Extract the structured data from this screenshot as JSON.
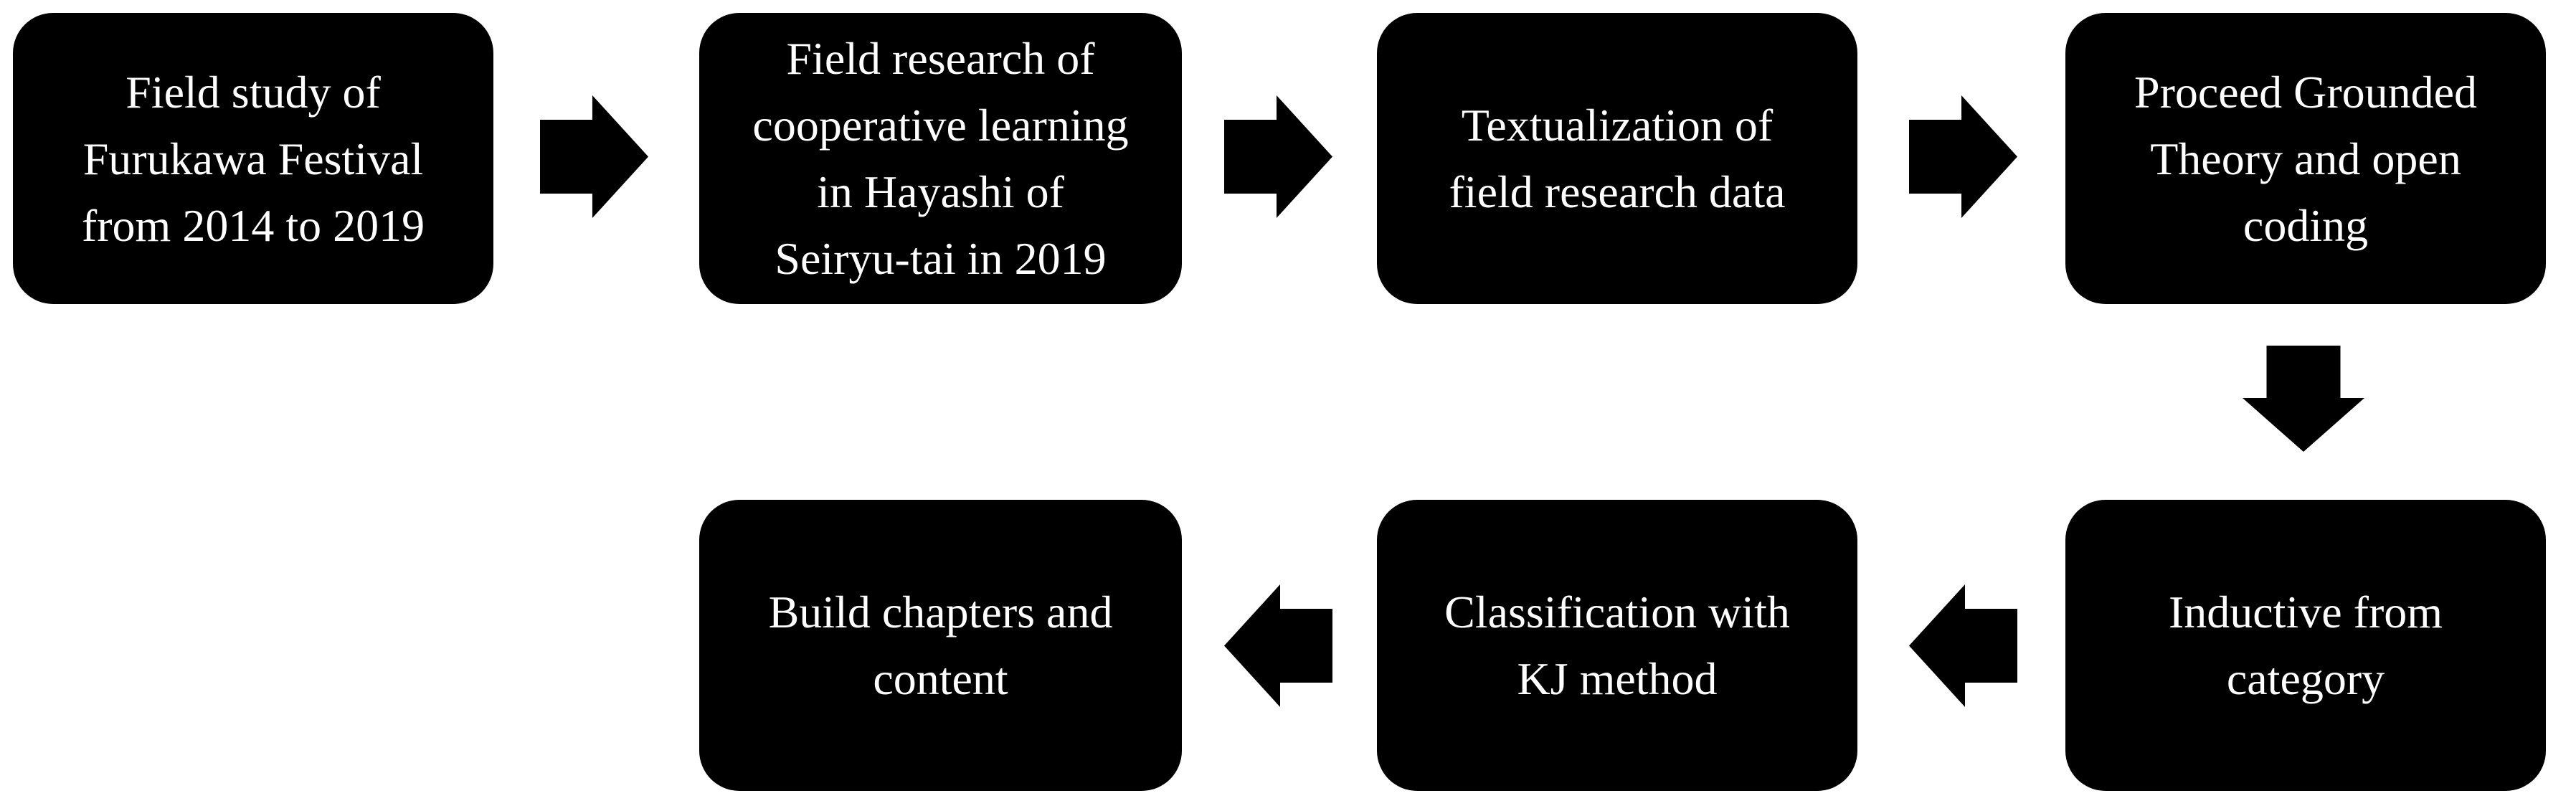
{
  "diagram": {
    "type": "flowchart",
    "colors": {
      "background": "#ffffff",
      "box": "#000000",
      "text": "#ffffff",
      "arrow": "#000000"
    },
    "nodes": [
      {
        "id": 1,
        "label": "Field study of Furukawa Festival from 2014 to 2019",
        "lines": [
          "Field study of",
          "Furukawa Festival",
          "from 2014 to 2019"
        ]
      },
      {
        "id": 2,
        "label": "Field research of cooperative learning in Hayashi of Seiryu-tai in 2019",
        "lines": [
          "Field research of",
          "cooperative learning",
          "in Hayashi of",
          "Seiryu-tai in 2019"
        ]
      },
      {
        "id": 3,
        "label": "Textualization of field research data",
        "lines": [
          "Textualization of",
          "field research data"
        ]
      },
      {
        "id": 4,
        "label": "Proceed Grounded Theory and open coding",
        "lines": [
          "Proceed Grounded",
          "Theory and open",
          "coding"
        ]
      },
      {
        "id": 5,
        "label": "Inductive from category",
        "lines": [
          "Inductive from",
          "category"
        ]
      },
      {
        "id": 6,
        "label": "Classification with KJ method",
        "lines": [
          "Classification with",
          "KJ method"
        ]
      },
      {
        "id": 7,
        "label": "Build chapters and content",
        "lines": [
          "Build chapters and",
          "content"
        ]
      }
    ],
    "arrows": [
      {
        "from": 1,
        "to": 2,
        "direction": "right"
      },
      {
        "from": 2,
        "to": 3,
        "direction": "right"
      },
      {
        "from": 3,
        "to": 4,
        "direction": "right"
      },
      {
        "from": 4,
        "to": 5,
        "direction": "down"
      },
      {
        "from": 5,
        "to": 6,
        "direction": "left"
      },
      {
        "from": 6,
        "to": 7,
        "direction": "left"
      }
    ]
  }
}
